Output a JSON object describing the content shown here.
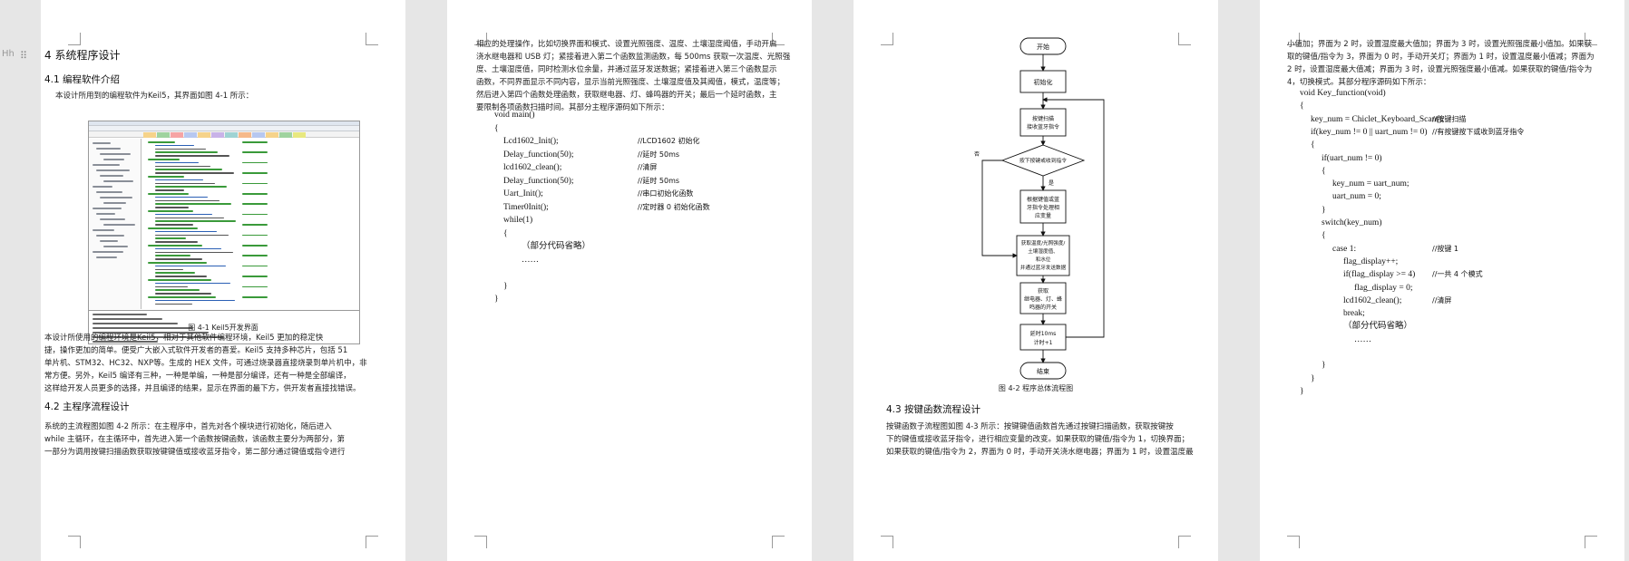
{
  "page1": {
    "margin_mark": "Hh",
    "drag_handle": "⠿",
    "chapter_title": "4 系统程序设计",
    "section1_title": "4.1 编程软件介绍",
    "intro": "本设计所用到的编程软件为Keil5，其界面如图 4-1 所示：",
    "figure_caption": "图 4-1 Keil5开发界面",
    "para1": [
      "本设计所使用的编程环境是Keil5，相对于其他软件编程环境，Keil5 更加的稳定快",
      "捷，操作更加的简单。便受广大嵌入式软件开发者的喜爱。Keil5 支持多种芯片，包括 51",
      "单片机、STM32、HC32、NXP等。生成的 HEX 文件，可通过烧录器直接烧录到单片机中，非",
      "常方便。另外，Keil5 编译有三种，一种是单编，一种是部分编译，还有一种是全部编译，",
      "这样给开发人员更多的选择，并且编译的结果，显示在界面的最下方，供开发者直接找错误。"
    ],
    "section2_title": "4.2 主程序流程设计",
    "para2": [
      "系统的主流程图如图 4-2 所示：在主程序中，首先对各个模块进行初始化，随后进入",
      "while 主循环，在主循环中，首先进入第一个函数按键函数，该函数主要分为两部分，第",
      "一部分为调用按键扫描函数获取按键键值或接收蓝牙指令，第二部分通过键值或指令进行"
    ]
  },
  "page2": {
    "para": [
      "相应的处理操作，比如切换界面和模式、设置光照强度、温度、土壤湿度阈值，手动开启",
      "浇水继电器和 USB 灯；紧接着进入第二个函数监测函数，每 500ms 获取一次温度、光照强",
      "度、土壤湿度值，同时检测水位余量，并通过蓝牙发送数据；紧接着进入第三个函数显示",
      "函数，不同界面显示不同内容，显示当前光照强度、土壤湿度值及其阈值，模式，温度等；",
      "然后进入第四个函数处理函数，获取继电器、灯、蜂鸣器的开关；最后一个延时函数，主",
      "要限制各项函数扫描时间。其部分主程序源码如下所示："
    ],
    "code": [
      {
        "t": "void main()",
        "c": ""
      },
      {
        "t": "{",
        "c": ""
      },
      {
        "t": "Lcd1602_Init();",
        "c": "//LCD1602 初始化"
      },
      {
        "t": "Delay_function(50);",
        "c": "//延时 50ms"
      },
      {
        "t": "lcd1602_clean();",
        "c": "//清屏"
      },
      {
        "t": "Delay_function(50);",
        "c": "//延时 50ms"
      },
      {
        "t": "Uart_Init();",
        "c": "//串口初始化函数"
      },
      {
        "t": "Timer0Init();",
        "c": "//定时器 0 初始化函数"
      },
      {
        "t": "while(1)",
        "c": ""
      },
      {
        "t": "{",
        "c": ""
      },
      {
        "t": "（部分代码省略）",
        "c": ""
      },
      {
        "t": "……",
        "c": ""
      },
      {
        "t": "",
        "c": ""
      },
      {
        "t": "}",
        "c": ""
      },
      {
        "t": "}",
        "c": ""
      }
    ]
  },
  "page3": {
    "flow": {
      "start": "开始",
      "init": "初始化",
      "scan": [
        "按键扫描",
        "接收蓝牙指令"
      ],
      "decision": "按下按键或收到指令",
      "yes": "是",
      "no": "否",
      "handle": [
        "根据键值或蓝",
        "牙指令处理相",
        "应变量"
      ],
      "acquire": [
        "获取温度/光照强度/",
        "土壤湿度值、",
        "和水位",
        "并通过蓝牙发送数据"
      ],
      "control": [
        "获取",
        "继电器、灯、蜂",
        "鸣器的开关"
      ],
      "delay": [
        "延时10ms",
        "计时+1"
      ],
      "end": "结束"
    },
    "figure_caption": "图 4-2  程序总体流程图",
    "section_title": "4.3 按键函数流程设计",
    "para": [
      "按键函数子流程图如图 4-3 所示：按键键值函数首先通过按键扫描函数，获取按键按",
      "下的键值或接收蓝牙指令，进行相应变量的改变。如果获取的键值/指令为 1，切换界面；",
      "如果获取的键值/指令为 2，界面为 0 时，手动开关浇水继电器；界面为 1 时，设置温度最"
    ]
  },
  "page4": {
    "para": [
      "小值加；界面为 2 时，设置湿度最大值加；界面为 3 时，设置光照强度最小值加。如果获",
      "取的键值/指令为 3，界面为 0 时，手动开关灯；界面为 1 时，设置温度最小值减；界面为",
      "2 时，设置湿度最大值减；界面为 3 时，设置光照强度最小值减。如果获取的键值/指令为",
      "4，切换模式。其部分程序源码如下所示："
    ],
    "code": [
      {
        "t": "void Key_function(void)",
        "c": "",
        "i": 0
      },
      {
        "t": "{",
        "c": "",
        "i": 0
      },
      {
        "t": "key_num = Chiclet_Keyboard_Scan();",
        "c": "//按键扫描",
        "i": 1
      },
      {
        "t": "if(key_num != 0 || uart_num != 0)",
        "c": "//有按键按下或收到蓝牙指令",
        "i": 1
      },
      {
        "t": "{",
        "c": "",
        "i": 1
      },
      {
        "t": "if(uart_num != 0)",
        "c": "",
        "i": 2
      },
      {
        "t": "{",
        "c": "",
        "i": 2
      },
      {
        "t": "key_num = uart_num;",
        "c": "",
        "i": 3
      },
      {
        "t": "uart_num = 0;",
        "c": "",
        "i": 3
      },
      {
        "t": "}",
        "c": "",
        "i": 2
      },
      {
        "t": "switch(key_num)",
        "c": "",
        "i": 2
      },
      {
        "t": "{",
        "c": "",
        "i": 2
      },
      {
        "t": "case 1:",
        "c": "//按键 1",
        "i": 3
      },
      {
        "t": "flag_display++;",
        "c": "",
        "i": 4
      },
      {
        "t": "if(flag_display >= 4)",
        "c": "//一共 4 个模式",
        "i": 4
      },
      {
        "t": "flag_display = 0;",
        "c": "",
        "i": 5
      },
      {
        "t": "lcd1602_clean();",
        "c": "//清屏",
        "i": 4
      },
      {
        "t": "break;",
        "c": "",
        "i": 4
      },
      {
        "t": "（部分代码省略）",
        "c": "",
        "i": 4
      },
      {
        "t": "……",
        "c": "",
        "i": 5
      },
      {
        "t": "",
        "c": "",
        "i": 0
      },
      {
        "t": "}",
        "c": "",
        "i": 2
      },
      {
        "t": "}",
        "c": "",
        "i": 1
      },
      {
        "t": "}",
        "c": "",
        "i": 0
      }
    ]
  },
  "colors": {
    "background": "#e6e6e6",
    "page": "#ffffff",
    "text": "#222222",
    "corner_marks": "#9a9a9a"
  }
}
